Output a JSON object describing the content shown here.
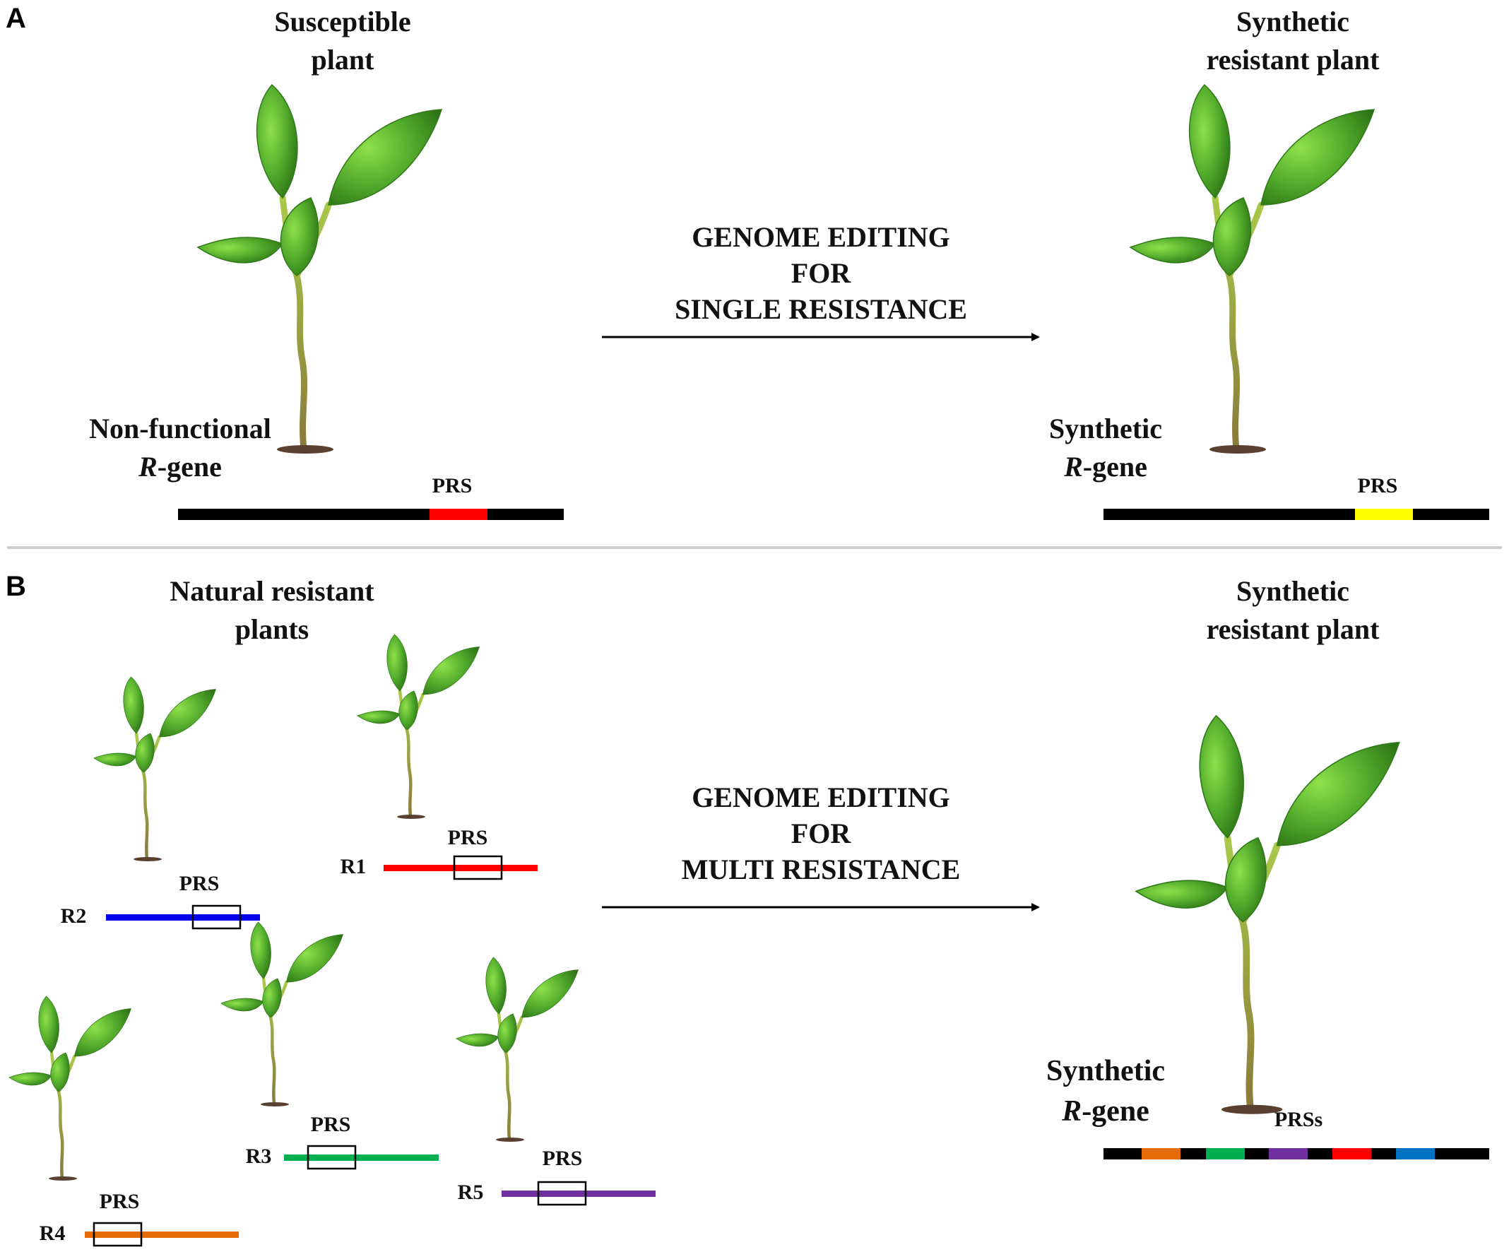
{
  "panel_a": {
    "letter": "A",
    "left_title": [
      "Susceptible",
      "plant"
    ],
    "right_title": [
      "Synthetic",
      "resistant plant"
    ],
    "arrow_text": [
      "GENOME EDITING",
      "FOR",
      "SINGLE RESISTANCE"
    ],
    "left_gene_label": {
      "line1": "Non-functional",
      "italic": "R",
      "rest": "-gene"
    },
    "right_gene_label": {
      "line1": "Synthetic",
      "italic": "R",
      "rest": "-gene"
    },
    "left_prs": "PRS",
    "right_prs": "PRS",
    "left_prs_color": "#ff0000",
    "right_prs_color": "#ffff00"
  },
  "panel_b": {
    "letter": "B",
    "left_title": [
      "Natural resistant",
      "plants"
    ],
    "right_title": [
      "Synthetic",
      "resistant plant"
    ],
    "arrow_text": [
      "GENOME EDITING",
      "FOR",
      "MULTI RESISTANCE"
    ],
    "right_gene_label": {
      "line1": "Synthetic",
      "italic": "R",
      "rest": "-gene"
    },
    "prss_label": "PRSs",
    "natural_genes": [
      {
        "id": "R1",
        "prs": "PRS",
        "color": "#ff0000"
      },
      {
        "id": "R2",
        "prs": "PRS",
        "color": "#0000ee"
      },
      {
        "id": "R3",
        "prs": "PRS",
        "color": "#00b050"
      },
      {
        "id": "R4",
        "prs": "PRS",
        "color": "#e36c09"
      },
      {
        "id": "R5",
        "prs": "PRS",
        "color": "#7030a0"
      }
    ],
    "synthetic_segments": [
      "#e36c09",
      "#00b050",
      "#7030a0",
      "#ff0000",
      "#0070c0"
    ]
  },
  "colors": {
    "gene_backbone": "#000000",
    "leaf": "#4fa82a",
    "stem": "#9bb040"
  }
}
